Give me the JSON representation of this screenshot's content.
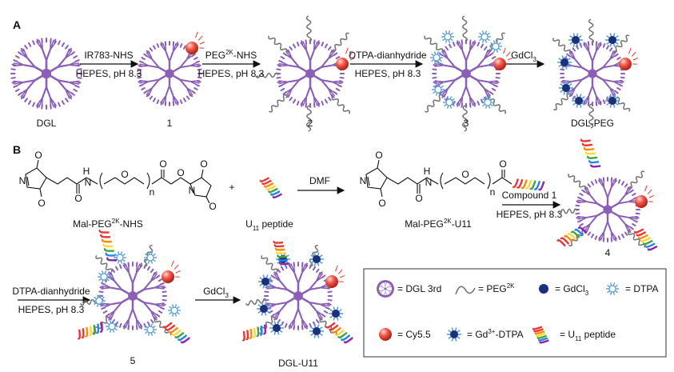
{
  "panel_a": {
    "label": "A",
    "step1": {
      "reagent": "IR783-NHS",
      "condition": "HEPES, pH 8.3"
    },
    "step2": {
      "reagent_base": "PEG",
      "reagent_sup": "2K",
      "reagent_tail": "-NHS",
      "condition": "HEPES, pH 8.3"
    },
    "step3": {
      "reagent": "DTPA-dianhydride",
      "condition": "HEPES, pH 8.3"
    },
    "step4": {
      "reagent_base": "GdCl",
      "reagent_sub": "3"
    },
    "compounds": {
      "start": "DGL",
      "c1": "1",
      "c2": "2",
      "c3": "3",
      "final": "DGL-PEG"
    }
  },
  "panel_b": {
    "label": "B",
    "mal_peg_nhs": {
      "base": "Mal-PEG",
      "sup": "2K",
      "tail": "-NHS"
    },
    "plus": "+",
    "u11": {
      "base": "U",
      "sub": "11",
      "tail": " peptide"
    },
    "dmf": "DMF",
    "mal_peg_u11": {
      "base": "Mal-PEG",
      "sup": "2K",
      "tail": "-U11"
    },
    "step_compound1": {
      "reagent": "Compound 1",
      "condition": "HEPES, pH 8.3"
    },
    "c4": "4",
    "step_dtpa": {
      "reagent": "DTPA-dianhydride",
      "condition": "HEPES, pH 8.3"
    },
    "c5": "5",
    "step_gd": {
      "reagent_base": "GdCl",
      "reagent_sub": "3"
    },
    "final": "DGL-U11",
    "n_label": "n",
    "atoms": {
      "O": "O",
      "N": "N",
      "H": "H"
    }
  },
  "legend": {
    "dgl": "= DGL 3rd",
    "peg": {
      "base": "= PEG",
      "sup": "2K"
    },
    "gdcl": {
      "base": "= GdCl",
      "sub": "3"
    },
    "dtpa": "= DTPA",
    "cy": "= Cy5.5",
    "gddtpa": {
      "base": "= Gd",
      "sup": "3+",
      "tail": "-DTPA"
    },
    "u11": {
      "base": "= U",
      "sub": "11",
      "tail": " peptide"
    }
  },
  "colors": {
    "dendrimer": "#8a5fb5",
    "peg": "#777777",
    "gd": "#1c2f7a",
    "dtpa": "#5b9fd4",
    "cy": "#e23a2f",
    "arrow": "#111111"
  }
}
